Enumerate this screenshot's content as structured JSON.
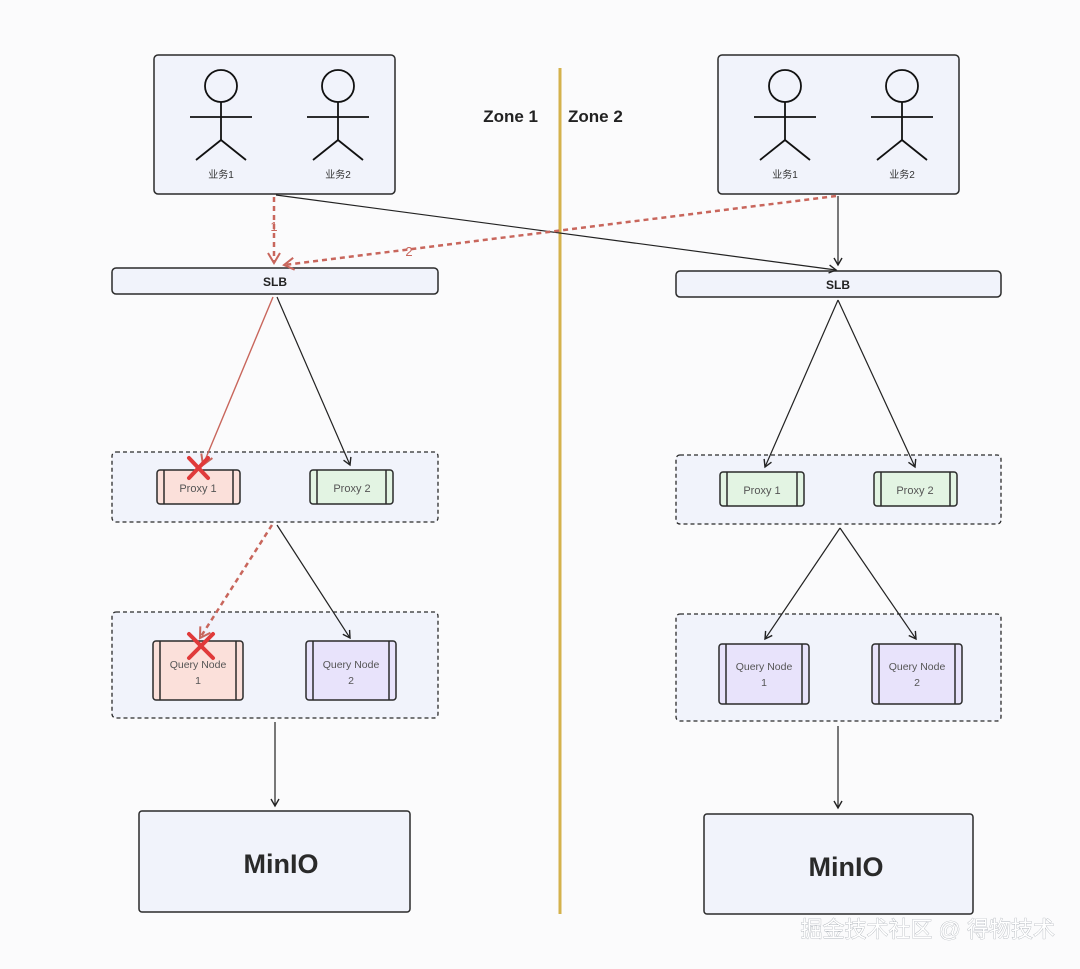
{
  "zones": {
    "left": {
      "label": "Zone 1"
    },
    "right": {
      "label": "Zone 2"
    }
  },
  "left": {
    "users": [
      "业务1",
      "业务2"
    ],
    "slb": "SLB",
    "proxies": [
      "Proxy 1",
      "Proxy 2"
    ],
    "query_nodes": [
      {
        "line1": "Query Node",
        "line2": "1"
      },
      {
        "line1": "Query Node",
        "line2": "2"
      }
    ],
    "storage": "MinIO"
  },
  "right": {
    "users": [
      "业务1",
      "业务2"
    ],
    "slb": "SLB",
    "proxies": [
      "Proxy 1",
      "Proxy 2"
    ],
    "query_nodes": [
      {
        "line1": "Query Node",
        "line2": "1"
      },
      {
        "line1": "Query Node",
        "line2": "2"
      }
    ],
    "storage": "MinIO"
  },
  "failover_steps": [
    "1",
    "2"
  ],
  "failed_nodes": [
    "Proxy 1",
    "Query Node 1"
  ],
  "watermark": "掘金技术社区 @ 得物技术",
  "colors": {
    "box_fill": "#f1f3fb",
    "box_stroke": "#2b2b2b",
    "zone_divider": "#d4b24c",
    "failover_red": "#c8665c",
    "failed_fill": "#fbe0da",
    "proxy_ok_fill": "#e3f4e3",
    "query_ok_fill": "#e8e3fb",
    "cross_red": "#e03a3a"
  }
}
